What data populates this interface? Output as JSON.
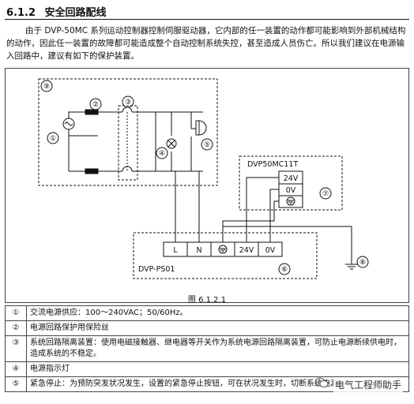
{
  "section": {
    "number": "6.1.2",
    "title": "安全回路配线"
  },
  "intro": "由于 DVP-50MC 系列运动控制器控制伺服驱动器，它内部的任一装置的动作都可能影响到外部机械结构的动作，因此任一装置的故障都可能造成整个自动控制系统失控，甚至造成人员伤亡。所以我们建议在电源输入回路中，建议有如下的保护装置。",
  "diagram": {
    "markers": [
      "⑨",
      "②",
      "③",
      "①",
      "④",
      "⑤",
      "⑦",
      "⑥",
      "⑧"
    ],
    "controller_label": "DVP50MC11T",
    "controller_terms": [
      "24V",
      "0V"
    ],
    "ps_terms": [
      "L",
      "N",
      "24V",
      "0V"
    ],
    "ps_label": "DVP-PS01",
    "caption": "图 6.1.2.1"
  },
  "legend": [
    {
      "mark": "①",
      "text": "交流电源供应：100～240VAC；50/60Hz。"
    },
    {
      "mark": "②",
      "text": "电源回路保护用保险丝"
    },
    {
      "mark": "③",
      "text": "系统回路隔离装置：使用电磁接触器、继电器等开关作为系统电源回路隔离装置，可防止电源断续供电时，造成系统的不稳定。"
    },
    {
      "mark": "④",
      "text": "电源指示灯"
    },
    {
      "mark": "⑤",
      "text": "紧急停止：为预防突发状况发生，设置的紧急停止按钮，可在状况发生时，切断系统电源。"
    }
  ],
  "watermark": "电气工程师助手"
}
